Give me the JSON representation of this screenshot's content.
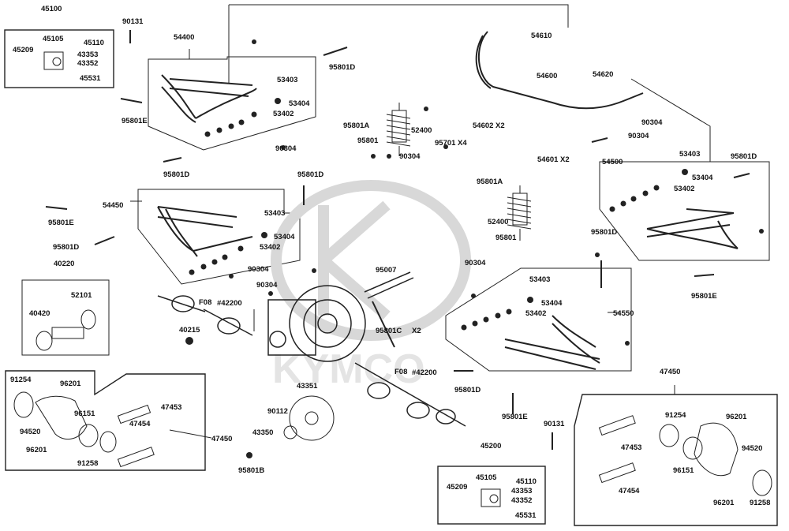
{
  "watermark": "KYMCO",
  "labels": {
    "45100": "45100",
    "90131_a": "90131",
    "54400": "54400",
    "45105_a": "45105",
    "45110_a": "45110",
    "45209_a": "45209",
    "43353_a": "43353",
    "43352_a": "43352",
    "45531_a": "45531",
    "95801D_a": "95801D",
    "53403_a": "53403",
    "53404_a": "53404",
    "53402_a": "53402",
    "95801E_a": "95801E",
    "90304_a": "90304",
    "95801D_b": "95801D",
    "54610": "54610",
    "54600": "54600",
    "54620": "54620",
    "90304_b": "90304",
    "95801A_a": "95801A",
    "52400_a": "52400",
    "54602": "54602 X2",
    "95801_a": "95801",
    "95701": "95701 X4",
    "90304_c": "90304",
    "54601": "54601 X2",
    "90304_d": "90304",
    "95801D_c": "95801D",
    "54500": "54500",
    "53403_b": "53403",
    "53404_b": "53404",
    "53402_b": "53402",
    "95801D_d": "95801D",
    "95801A_b": "95801A",
    "52400_b": "52400",
    "95801_b": "95801",
    "54450": "54450",
    "53403_c": "53403",
    "53404_c": "53404",
    "53402_c": "53402",
    "95801E_b": "95801E",
    "95801D_e": "95801D",
    "95801D_f": "95801D",
    "90304_e": "90304",
    "90304_f": "90304",
    "90304_g": "90304",
    "40220": "40220",
    "52101": "52101",
    "40420": "40420",
    "F08_a": "F08",
    "42200_a": "#42200",
    "40215": "40215",
    "95007": "95007",
    "95801C": "95801C",
    "X2": "X2",
    "53403_d": "53403",
    "53404_d": "53404",
    "53402_d": "53402",
    "54550": "54550",
    "95801E_c": "95801E",
    "F08_b": "F08",
    "42200_b": "#42200",
    "95801D_g": "95801D",
    "95801E_d": "95801E",
    "43351": "43351",
    "90112": "90112",
    "43350": "43350",
    "95801B": "95801B",
    "91254_a": "91254",
    "96201_a": "96201",
    "96151_a": "96151",
    "94520_a": "94520",
    "96201_b": "96201",
    "91258_a": "91258",
    "47453_a": "47453",
    "47454_a": "47454",
    "47450_a": "47450",
    "90131_b": "90131",
    "45200": "45200",
    "45105_b": "45105",
    "45110_b": "45110",
    "45209_b": "45209",
    "43353_b": "43353",
    "43352_b": "43352",
    "45531_b": "45531",
    "47450_b": "47450",
    "91254_b": "91254",
    "96201_c": "96201",
    "47453_b": "47453",
    "94520_b": "94520",
    "96151_b": "96151",
    "47454_b": "47454",
    "96201_d": "96201",
    "91258_b": "91258"
  }
}
